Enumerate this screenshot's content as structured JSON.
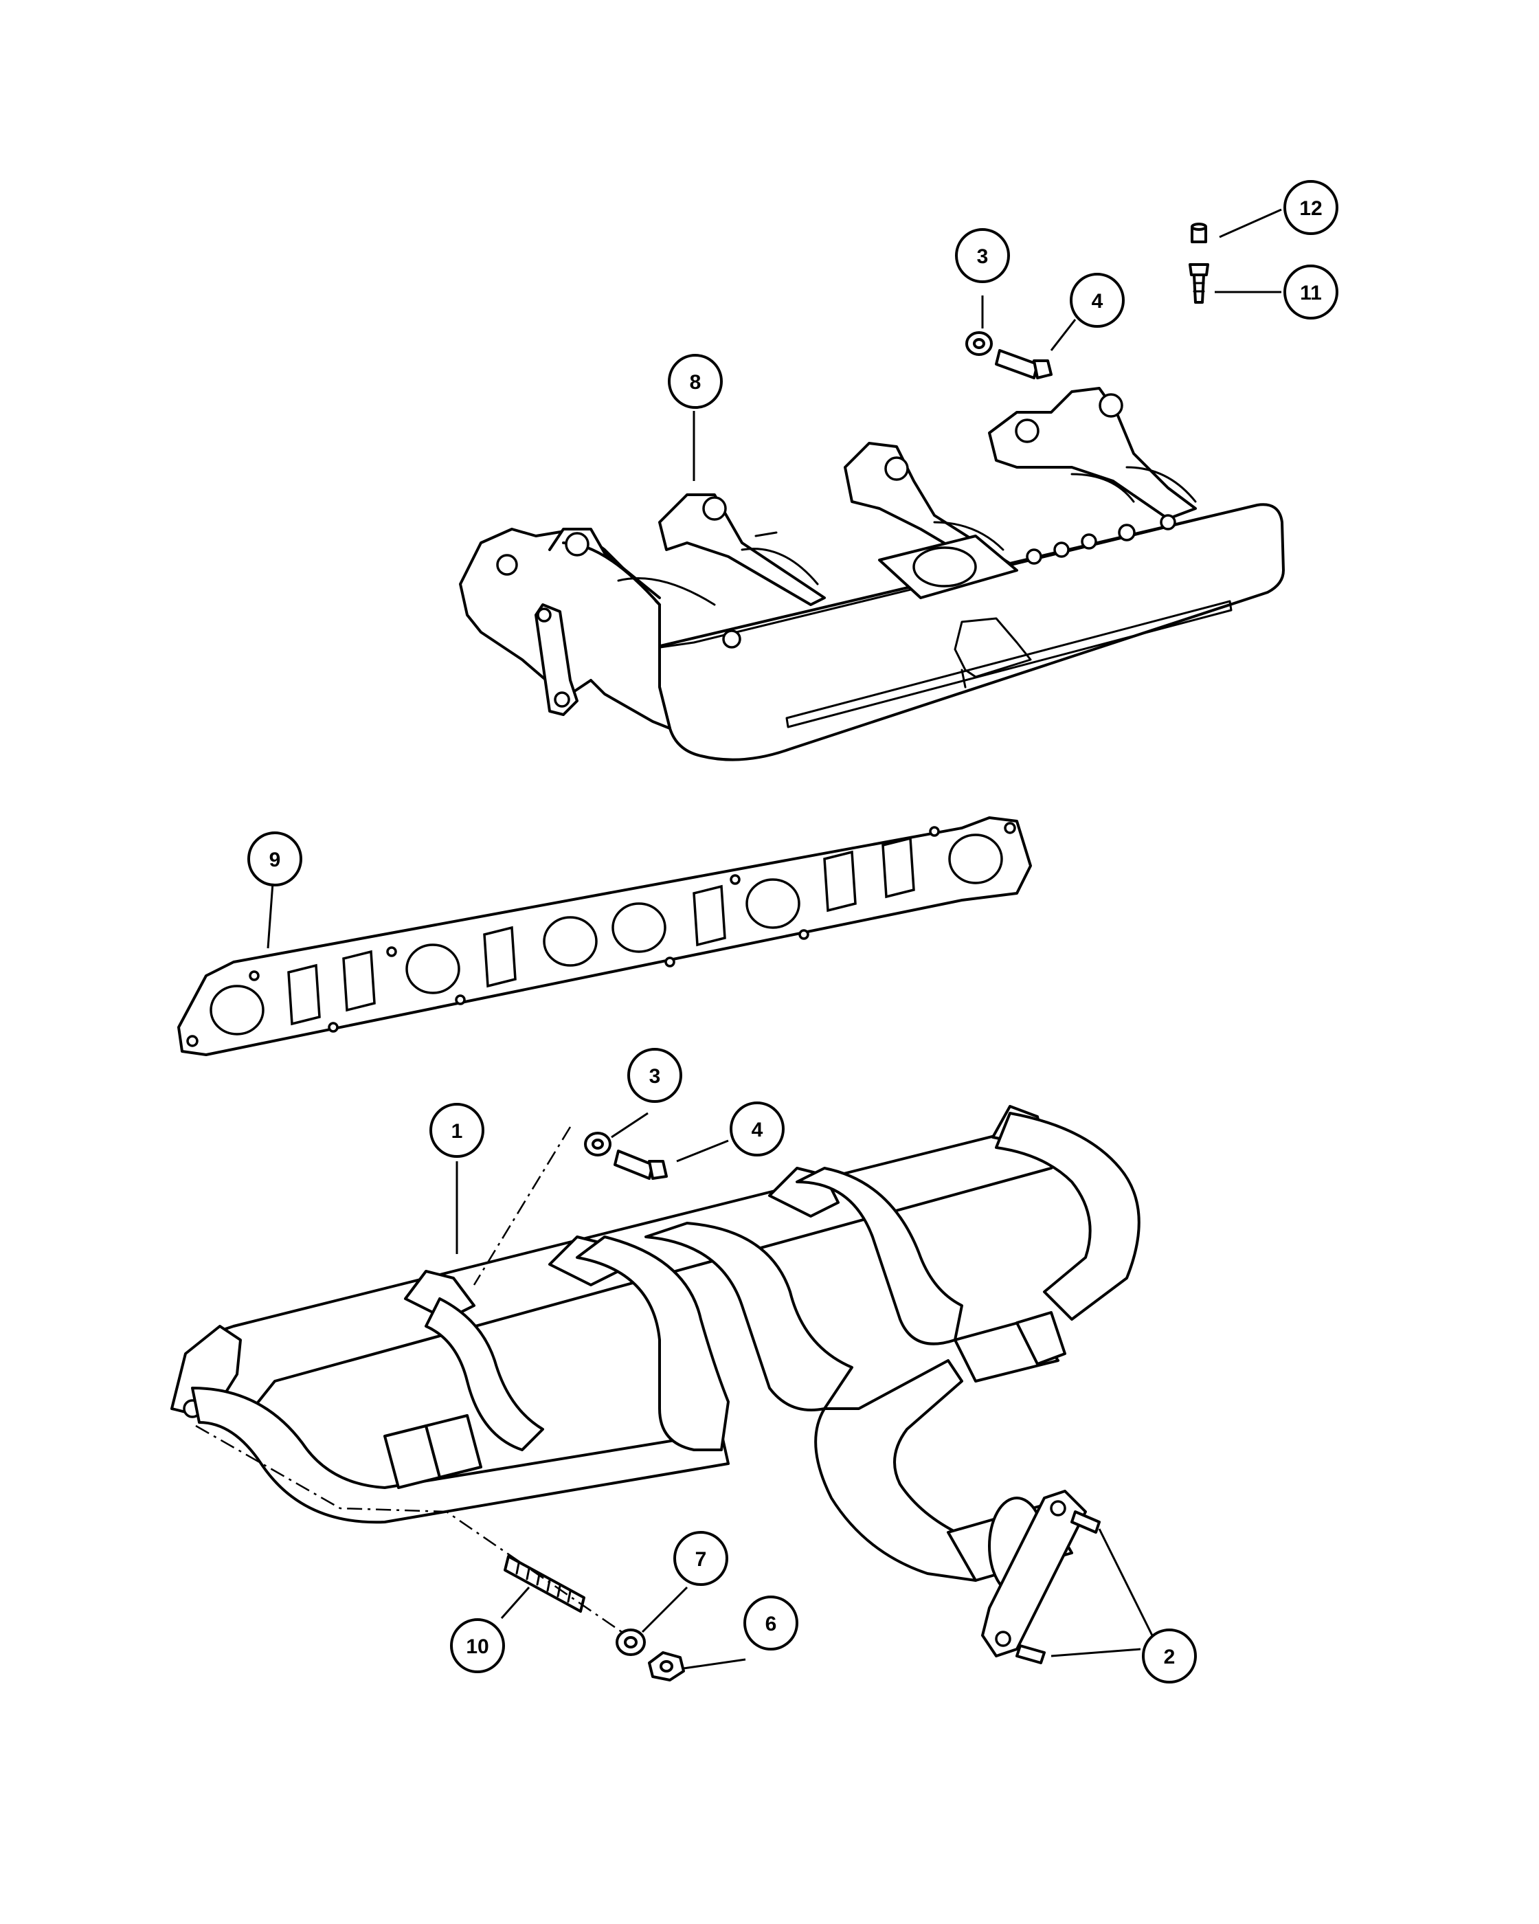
{
  "callouts": [
    {
      "id": "c1",
      "label": "1"
    },
    {
      "id": "c2",
      "label": "2"
    },
    {
      "id": "c3a",
      "label": "3"
    },
    {
      "id": "c3b",
      "label": "3"
    },
    {
      "id": "c4a",
      "label": "4"
    },
    {
      "id": "c4b",
      "label": "4"
    },
    {
      "id": "c6",
      "label": "6"
    },
    {
      "id": "c7",
      "label": "7"
    },
    {
      "id": "c8",
      "label": "8"
    },
    {
      "id": "c9",
      "label": "9"
    },
    {
      "id": "c10",
      "label": "10"
    },
    {
      "id": "c11",
      "label": "11"
    },
    {
      "id": "c12",
      "label": "12"
    }
  ]
}
